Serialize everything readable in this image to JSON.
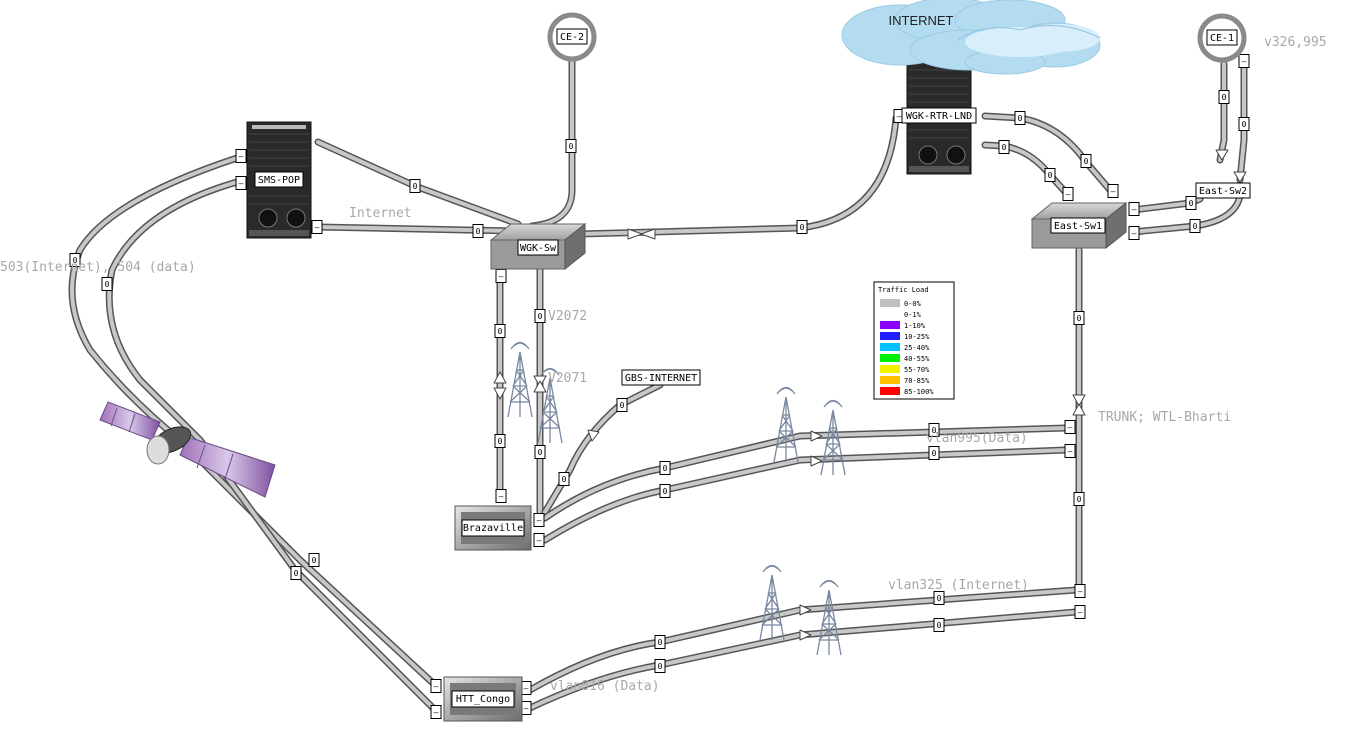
{
  "nodes": {
    "ce2": "CE-2",
    "ce1": "CE-1",
    "internet": "INTERNET",
    "wgk_rtr_lnd": "WGK-RTR-LND",
    "sms_pop": "SMS-POP",
    "wgk_sw": "WGK-Sw",
    "east_sw1": "East-Sw1",
    "east_sw2": "East-Sw2",
    "gbs_internet": "GBS-INTERNET",
    "brazaville": "Brazaville",
    "htt_congo": "HTT_Congo"
  },
  "floating_labels": {
    "internet_link": "Internet",
    "sat_link": "503(Internet), 504 (data)",
    "v2072": "V2072",
    "v2071": "V2071",
    "ce1_link": "v326,995",
    "trunk": "TRUNK; WTL-Bharti",
    "vlan995": "vlan995(Data)",
    "vlan325": "vlan325 (Internet)",
    "vlan_data": "vlan816 (Data)"
  },
  "colors": {
    "link_fill": "#c8c8c8",
    "link_border": "#555555",
    "cloud": "#b4dcf0",
    "node_ring": "#8a8a8a"
  },
  "legend": {
    "title": "Traffic Load",
    "items": [
      {
        "label": "0-0%",
        "color": "#c0c0c0"
      },
      {
        "label": "0-1%",
        "color": "#ffffff"
      },
      {
        "label": "1-10%",
        "color": "#8c00ff"
      },
      {
        "label": "10-25%",
        "color": "#2020ff"
      },
      {
        "label": "25-40%",
        "color": "#00c0ff"
      },
      {
        "label": "40-55%",
        "color": "#00f000"
      },
      {
        "label": "55-70%",
        "color": "#f0f000"
      },
      {
        "label": "70-85%",
        "color": "#ffc000"
      },
      {
        "label": "85-100%",
        "color": "#ff0000"
      }
    ]
  },
  "links": [
    {
      "id": "ce2-wgksw",
      "in": "0",
      "out": ""
    },
    {
      "id": "smspop-wgksw-top",
      "in": "0",
      "out": "–"
    },
    {
      "id": "smspop-wgksw-internet",
      "in": "0",
      "out": "–"
    },
    {
      "id": "wgksw-wgkrtr",
      "in": "0",
      "out": "–"
    },
    {
      "id": "wgkrtr-eastsw1-a",
      "in": "0",
      "out": "0"
    },
    {
      "id": "wgkrtr-eastsw1-b",
      "in": "0",
      "out": "0"
    },
    {
      "id": "ce1-eastsw2-a",
      "in": "0",
      "out": ""
    },
    {
      "id": "ce1-eastsw2-b",
      "in": "0",
      "out": "–"
    },
    {
      "id": "eastsw1-eastsw2-a",
      "in": "0",
      "out": "–"
    },
    {
      "id": "eastsw1-eastsw2-b",
      "in": "0",
      "out": "–"
    },
    {
      "id": "wgksw-brazaville-a",
      "in": "0",
      "out": "0"
    },
    {
      "id": "wgksw-brazaville-b",
      "in": "0",
      "out": "0"
    },
    {
      "id": "eastsw1-trunk",
      "in": "0",
      "out": "0"
    },
    {
      "id": "gbs-brazaville",
      "in": "0",
      "out": "0"
    },
    {
      "id": "brazaville-vlan995-a",
      "in": "0",
      "out": "0"
    },
    {
      "id": "brazaville-vlan995-b",
      "in": "0",
      "out": "0"
    },
    {
      "id": "htt-vlan325-a",
      "in": "0",
      "out": "0"
    },
    {
      "id": "htt-vlan325-b",
      "in": "0",
      "out": "0"
    },
    {
      "id": "smspop-sat-a",
      "in": "0",
      "out": "0"
    },
    {
      "id": "smspop-sat-b",
      "in": "0",
      "out": "0"
    }
  ]
}
